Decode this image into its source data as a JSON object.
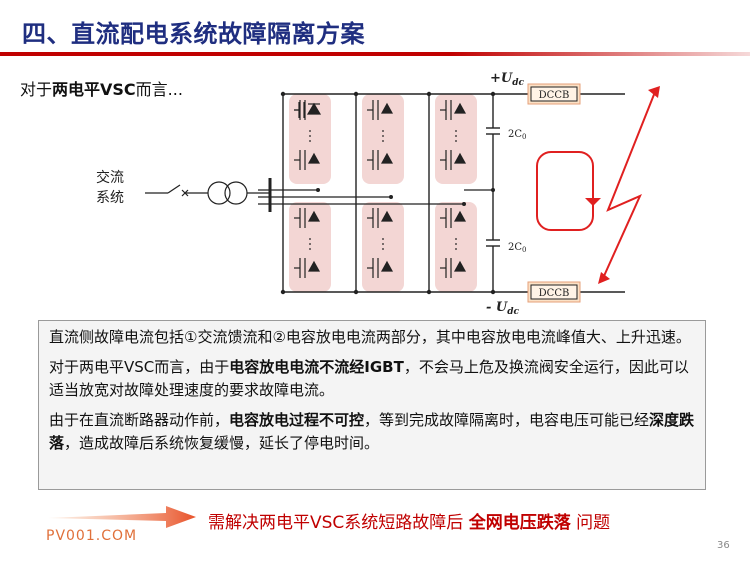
{
  "title": "四、直流配电系统故障隔离方案",
  "subtitle": {
    "prefix": "对于",
    "bold": "两电平VSC",
    "suffix": "而言..."
  },
  "diagram": {
    "ac_label_line1": "交流",
    "ac_label_line2": "系统",
    "udc_pos": "+U",
    "udc_neg": "- U",
    "udc_sub": "dc",
    "dccb_top": "DCCB",
    "dccb_bottom": "DCCB",
    "cap_top": "2C",
    "cap_bottom": "2C",
    "cap_sub": "0",
    "fault_color": "#e02020"
  },
  "text": {
    "p1": "直流侧故障电流包括①交流馈流和②电容放电电流两部分，其中电容放电电流峰值大、上升迅速。",
    "p2_a": "对于两电平VSC而言，由于",
    "p2_b": "电容放电电流不流经IGBT",
    "p2_c": "，不会马上危及换流阀安全运行，因此可以适当放宽对故障处理速度的要求故障电流。",
    "p3_a": "由于在直流断路器动作前，",
    "p3_b": "电容放电过程不可控",
    "p3_c": "，等到完成故障隔离时，电容电压可能已经",
    "p3_d": "深度跌落",
    "p3_e": "，造成故障后系统恢复缓慢，延长了停电时间。"
  },
  "conclusion": {
    "prefix": "需解决两电平VSC系统短路故障后 ",
    "bold": "全网电压跌落",
    "suffix": " 问题"
  },
  "watermark": "PV001.COM",
  "page_number": "36",
  "colors": {
    "title": "#1f2e80",
    "accent": "#c00000",
    "arrow": "#e8522a",
    "igbt_bg": "#f3d6d4"
  }
}
